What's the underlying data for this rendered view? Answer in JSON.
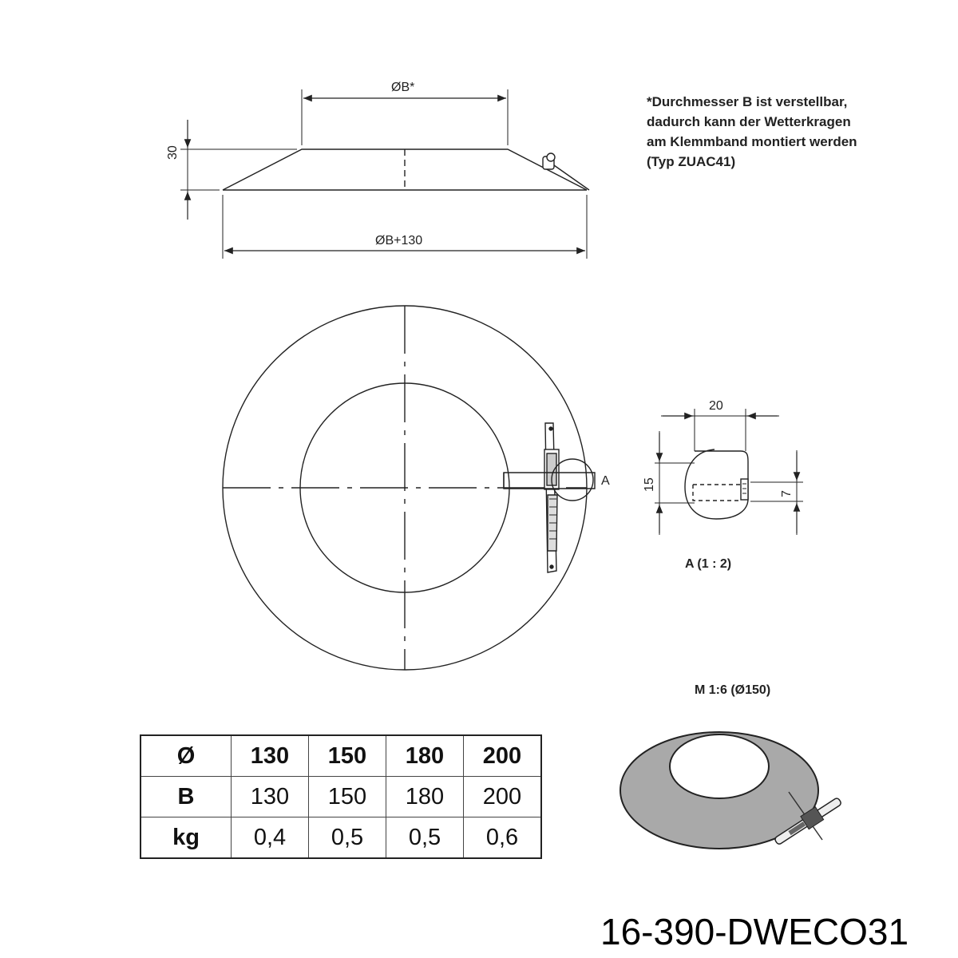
{
  "note": "*Durchmesser B ist verstellbar,\ndadurch kann der Wetterkragen\nam Klemmband montiert werden\n(Typ ZUAC41)",
  "dims": {
    "top_diameter": "ØB*",
    "bottom_diameter": "ØB+130",
    "height": "30",
    "detail_width": "20",
    "detail_height": "15",
    "detail_slot": "7"
  },
  "detail_marker": "A",
  "detail_caption": "A (1 : 2)",
  "scale_caption": "M 1:6 (Ø150)",
  "table": {
    "rows": [
      {
        "head": "Ø",
        "cells": [
          "130",
          "150",
          "180",
          "200"
        ]
      },
      {
        "head": "B",
        "cells": [
          "130",
          "150",
          "180",
          "200"
        ]
      },
      {
        "head": "kg",
        "cells": [
          "0,4",
          "0,5",
          "0,5",
          "0,6"
        ]
      }
    ]
  },
  "part_number": "16-390-DWECO31",
  "colors": {
    "line": "#222222",
    "collar_fill": "#a9a9a9"
  }
}
